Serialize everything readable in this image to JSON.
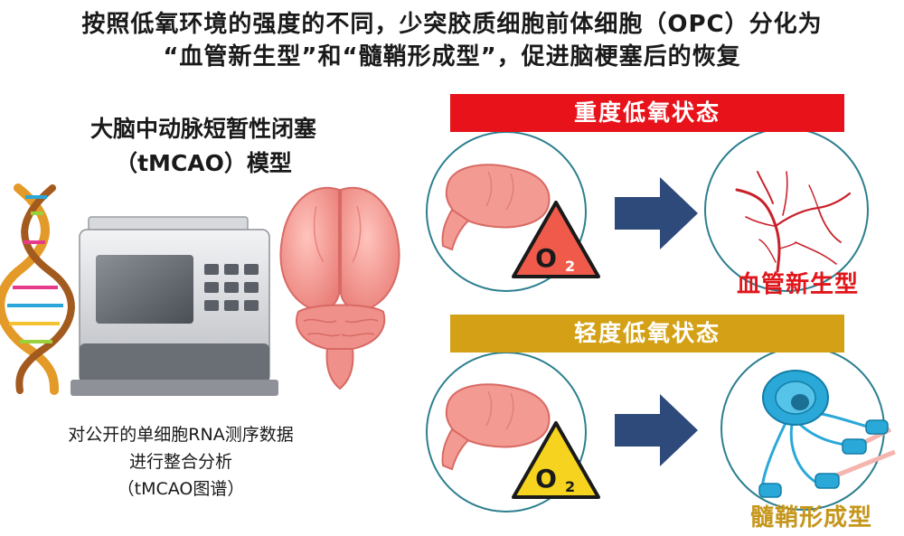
{
  "header": {
    "line1": "按照低氧环境的强度的不同，少突胶质细胞前体细胞（OPC）分化为",
    "line2": "“血管新生型”和“髓鞘形成型”，促进脑梗塞后的恢复"
  },
  "model": {
    "line1": "大脑中动脉短暂性闭塞",
    "line2": "（tMCAO）模型"
  },
  "analysis": {
    "line1": "对公开的单细胞RNA测序数据",
    "line2": "进行整合分析",
    "line3": "（tMCAO图谱）"
  },
  "conditions": {
    "severe": {
      "label": "重度低氧状态",
      "outcome": "血管新生型",
      "warning_symbol": "O",
      "warning_subscript": "2"
    },
    "mild": {
      "label": "轻度低氧状态",
      "outcome": "髓鞘形成型",
      "warning_symbol": "O",
      "warning_subscript": "2"
    }
  },
  "colors": {
    "severe": "#e8131a",
    "mild": "#d4a116",
    "arrow": "#2e4a7a",
    "circle": "#2c7f8f",
    "brain": "#f39b93",
    "vessel": "#c9212a",
    "cell": "#2aa8d8"
  },
  "icons": [
    "dna-helix-icon",
    "sequencer-icon",
    "brain-icon",
    "warning-o2-icon",
    "arrow-right-icon",
    "blood-vessel-icon",
    "oligodendrocyte-icon"
  ]
}
